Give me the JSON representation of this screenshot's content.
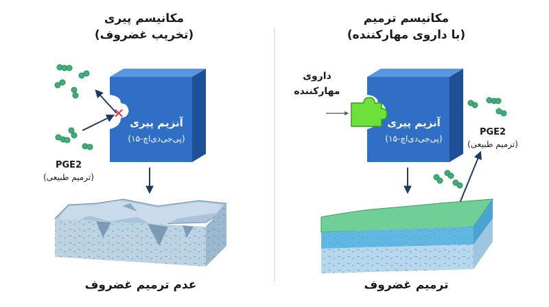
{
  "left_panel": {
    "title_line1": "مکانیسم پیری",
    "title_line2": "(تخریب غضروف)",
    "enzyme_name": "آنزیم پیری",
    "enzyme_id": "(۱۵-پی‌جی‌دی‌اچ)",
    "pge2_label": "PGE2",
    "pge2_sublabel": "(ترمیم طبیعی)",
    "outcome": "عدم ترمیم غضروف"
  },
  "right_panel": {
    "title_line1": "مکانیسم ترمیم",
    "title_line2": "(با داروی مهارکننده)",
    "drug_line1": "داروی",
    "drug_line2": "مهارکننده",
    "enzyme_name": "آنزیم پیری",
    "enzyme_id": "(۱۵-پی‌جی‌دی‌اچ)",
    "pge2_label": "PGE2",
    "pge2_sublabel": "(ترمیم طبیعی)",
    "outcome": "ترمیم غضروف"
  },
  "colors": {
    "enzyme_front": "#2f6fc6",
    "enzyme_top": "#5a95e0",
    "enzyme_side": "#1f4f96",
    "inhibitor": "#6ee03a",
    "molecule": "#3fae78",
    "block_x": "#e53030",
    "damaged_top": "#a9c4da",
    "damaged_body": "#bcd3e4",
    "healthy_top": "#6fcf97",
    "healthy_mid": "#5fb8e3",
    "healthy_bottom": "#b7d7ec"
  },
  "icons": {
    "block": "x-mark-icon",
    "molecule": "pge2-molecule-icon",
    "inhibitor": "puzzle-piece-icon"
  }
}
